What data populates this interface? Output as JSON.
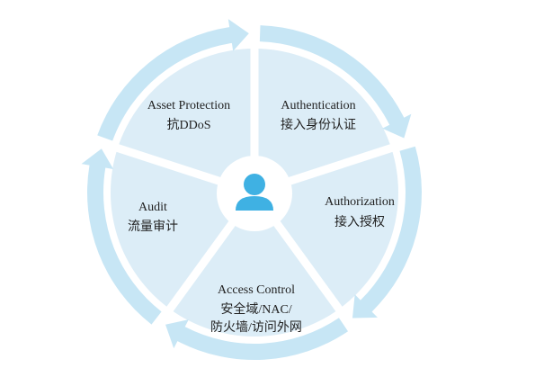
{
  "colors": {
    "wedge_fill": "#dcedf7",
    "ring": "#c7e6f5",
    "ring_arrow": "#b4ddf2",
    "divider": "#ffffff",
    "center_fill": "#ffffff",
    "user_icon": "#3fb1e3",
    "text": "#222222"
  },
  "center": {
    "icon": "user-icon"
  },
  "segments": [
    {
      "id": "asset-protection",
      "en": "Asset Protection",
      "zh": [
        "抗DDoS"
      ]
    },
    {
      "id": "authentication",
      "en": "Authentication",
      "zh": [
        "接入身份认证"
      ]
    },
    {
      "id": "authorization",
      "en": "Authorization",
      "zh": [
        "接入授权"
      ]
    },
    {
      "id": "access-control",
      "en": "Access Control",
      "zh": [
        "安全域/NAC/",
        "防火墙/访问外网"
      ]
    },
    {
      "id": "audit",
      "en": "Audit",
      "zh": [
        "流量审计"
      ]
    }
  ]
}
